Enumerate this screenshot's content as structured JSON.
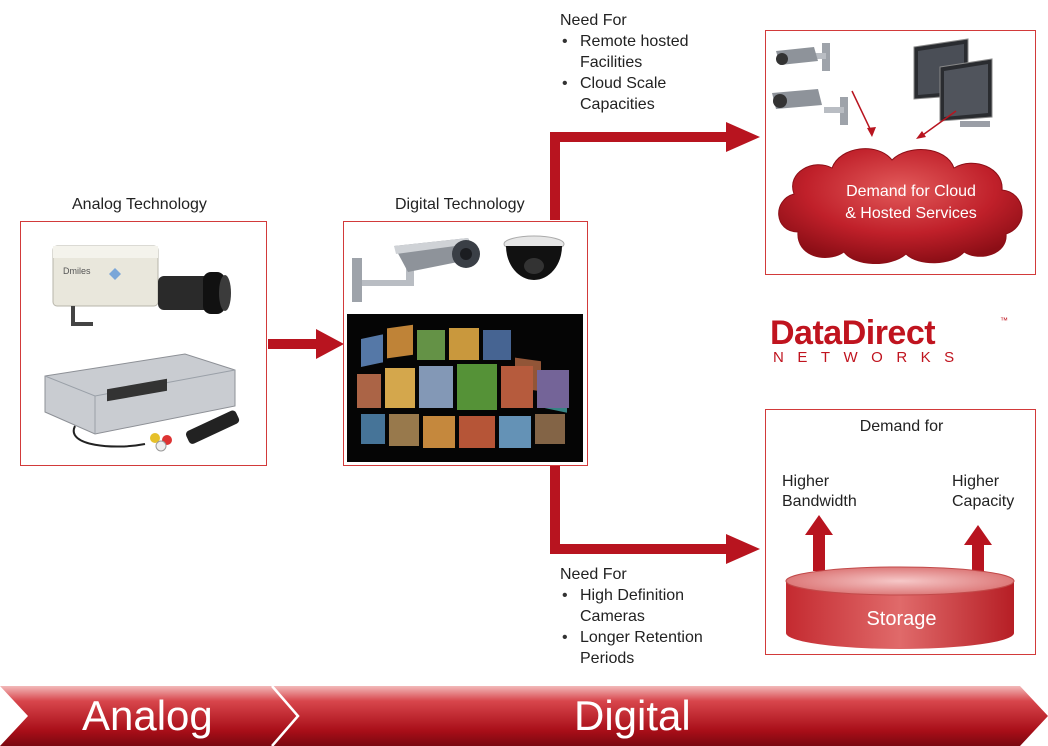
{
  "analog": {
    "title": "Analog Technology"
  },
  "digital": {
    "title": "Digital Technology"
  },
  "top_need": {
    "heading": "Need For",
    "items": [
      "Remote hosted Facilities",
      "Cloud Scale Capacities"
    ]
  },
  "cloud": {
    "label_line1": "Demand for Cloud",
    "label_line2": "& Hosted Services"
  },
  "brand": {
    "name": "DataDirect",
    "sub": "NETWORKS",
    "tm": "™"
  },
  "storage_box": {
    "title": "Demand for",
    "left_label_1": "Higher",
    "left_label_2": "Bandwidth",
    "right_label_1": "Higher",
    "right_label_2": "Capacity",
    "cylinder_label": "Storage"
  },
  "bottom_need": {
    "heading": "Need For",
    "items": [
      "High Definition Cameras",
      "Longer Retention Periods"
    ]
  },
  "banner": {
    "left": "Analog",
    "right": "Digital"
  },
  "colors": {
    "accent_red": "#b8141f",
    "box_border": "#d23a3a"
  }
}
